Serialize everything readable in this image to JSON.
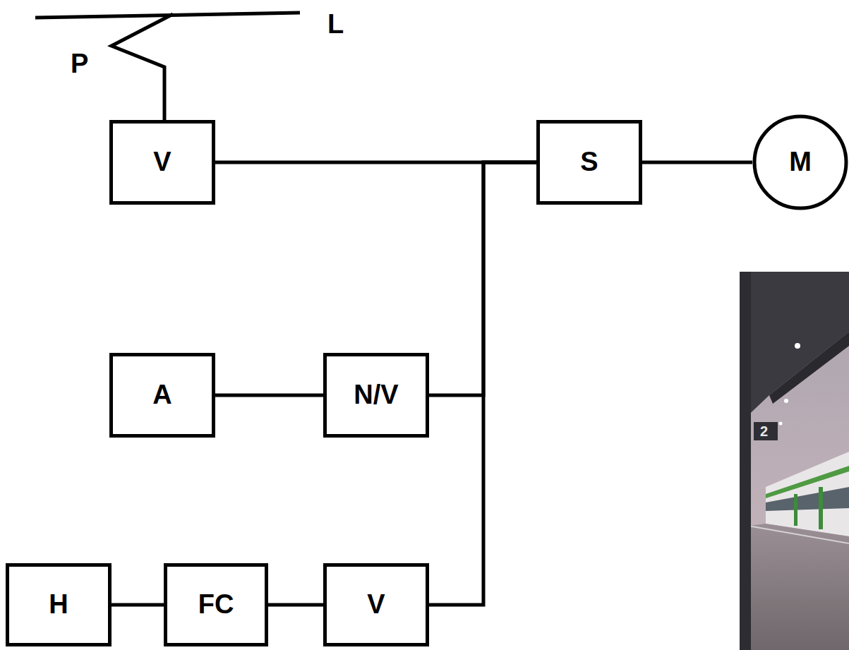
{
  "diagram": {
    "nodes": [
      {
        "text": [
          "V"
        ]
      },
      {
        "text": [
          "S"
        ]
      },
      {
        "text": [
          "M"
        ]
      },
      {
        "text": [
          "A"
        ]
      },
      {
        "text": [
          "N/V"
        ]
      },
      {
        "text": [
          "H"
        ]
      },
      {
        "text": [
          "FC"
        ]
      },
      {
        "text": [
          "V"
        ]
      }
    ],
    "edges": [
      {
        "from": 0,
        "to": 1,
        "arrow": "none"
      },
      {
        "from": 4,
        "to": 1,
        "arrow": "none"
      },
      {
        "from": 7,
        "to": 1,
        "arrow": "none"
      },
      {
        "from": 1,
        "to": 2,
        "arrow": "none"
      },
      {
        "from": 3,
        "to": 4,
        "arrow": "none"
      },
      {
        "from": 5,
        "to": 6,
        "arrow": "none"
      },
      {
        "from": 6,
        "to": 7,
        "arrow": "none"
      }
    ],
    "labels": [
      "L",
      "P",
      "2"
    ]
  }
}
